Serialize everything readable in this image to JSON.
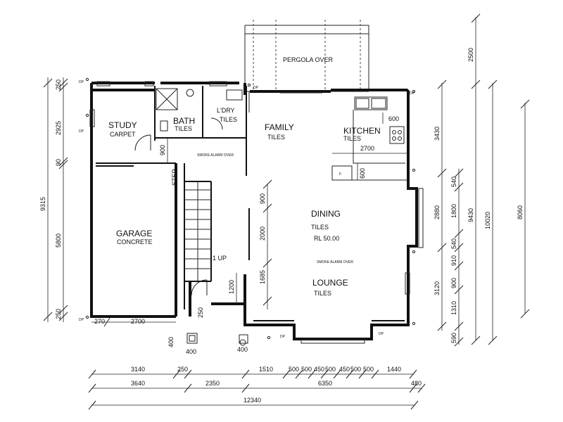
{
  "rooms": {
    "study": {
      "name": "STUDY",
      "finish": "CARPET"
    },
    "bath": {
      "name": "BATH",
      "finish": "TILES"
    },
    "ldry": {
      "name": "L'DRY",
      "finish": "TILES"
    },
    "family": {
      "name": "FAMILY",
      "finish": "TILES"
    },
    "kitchen": {
      "name": "KITCHEN",
      "finish": "TILES"
    },
    "garage": {
      "name": "GARAGE",
      "finish": "CONCRETE"
    },
    "dining": {
      "name": "DINING",
      "finish": "TILES",
      "level": "RL 50.00"
    },
    "lounge": {
      "name": "LOUNGE",
      "finish": "TILES"
    },
    "pergola": {
      "name": "PERGOLA OVER"
    }
  },
  "labels": {
    "smoke_alarm_1": "SMOKE ALARM OVER",
    "smoke_alarm_2": "SMOKE ALARM OVER",
    "step": "STEP",
    "stair_up": "1 UP",
    "dp": "DP",
    "fridge": "F"
  },
  "dimensions": {
    "interior": {
      "d900_study": "900",
      "d900_dining": "900",
      "d2000": "2000",
      "d1685": "1685",
      "d1200": "1200",
      "d600_kitchen_top": "600",
      "d600_kitchen_side": "600",
      "d2700_kitchen": "2700",
      "d2700_garage": "2700",
      "d270": "270",
      "d250_garage_step": "250",
      "d400_left": "400",
      "d400_left_b": "400",
      "d400_right": "400"
    },
    "left": {
      "d250_top": "250",
      "d2925": "2925",
      "d90": "90",
      "d5800": "5800",
      "d250_bottom": "250",
      "d9315": "9315"
    },
    "right": {
      "d2500": "2500",
      "d3430": "3430",
      "d540_top": "540",
      "d1800": "1800",
      "d540_bottom": "540",
      "d2880": "2880",
      "d910": "910",
      "d900": "900",
      "d3120": "3120",
      "d1310": "1310",
      "d590": "590",
      "d9430": "9430",
      "d10020": "10020",
      "d8060": "8060"
    },
    "bottom": {
      "row1": [
        "3140",
        "250",
        "1510",
        "500",
        "500",
        "450",
        "500",
        "450",
        "500",
        "500",
        "1440"
      ],
      "row2": [
        "3640",
        "2350",
        "6350",
        "480"
      ],
      "row3": [
        "12340"
      ]
    }
  }
}
